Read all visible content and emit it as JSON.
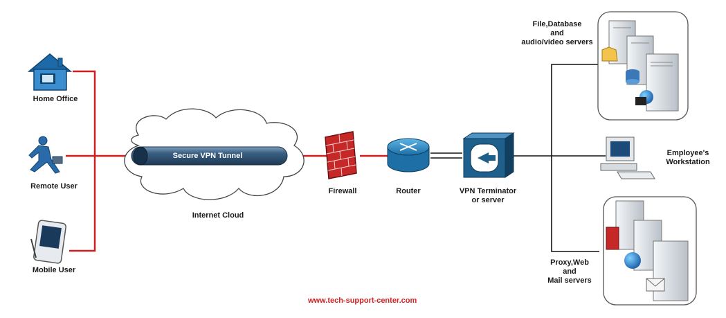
{
  "diagram": {
    "clients": {
      "home_office": "Home Office",
      "remote_user": "Remote User",
      "mobile_user": "Mobile User"
    },
    "tunnel_label": "Secure VPN Tunnel",
    "cloud_label": "Internet Cloud",
    "firewall_label": "Firewall",
    "router_label": "Router",
    "vpn_terminator_label": "VPN Terminator\nor server",
    "file_servers_label": "File,Database\nand\naudio/video servers",
    "workstation_label": "Employee's\nWorkstation",
    "proxy_servers_label": "Proxy,Web\nand\nMail servers",
    "footer_url": "www.tech-support-center.com"
  },
  "colors": {
    "link_red": "#cc1f1f",
    "tunnel": "#2e4f6e",
    "firewall": "#c62828",
    "router": "#2a7fb8",
    "vpn_box": "#1e5f8c",
    "server": "#d9dde2"
  }
}
